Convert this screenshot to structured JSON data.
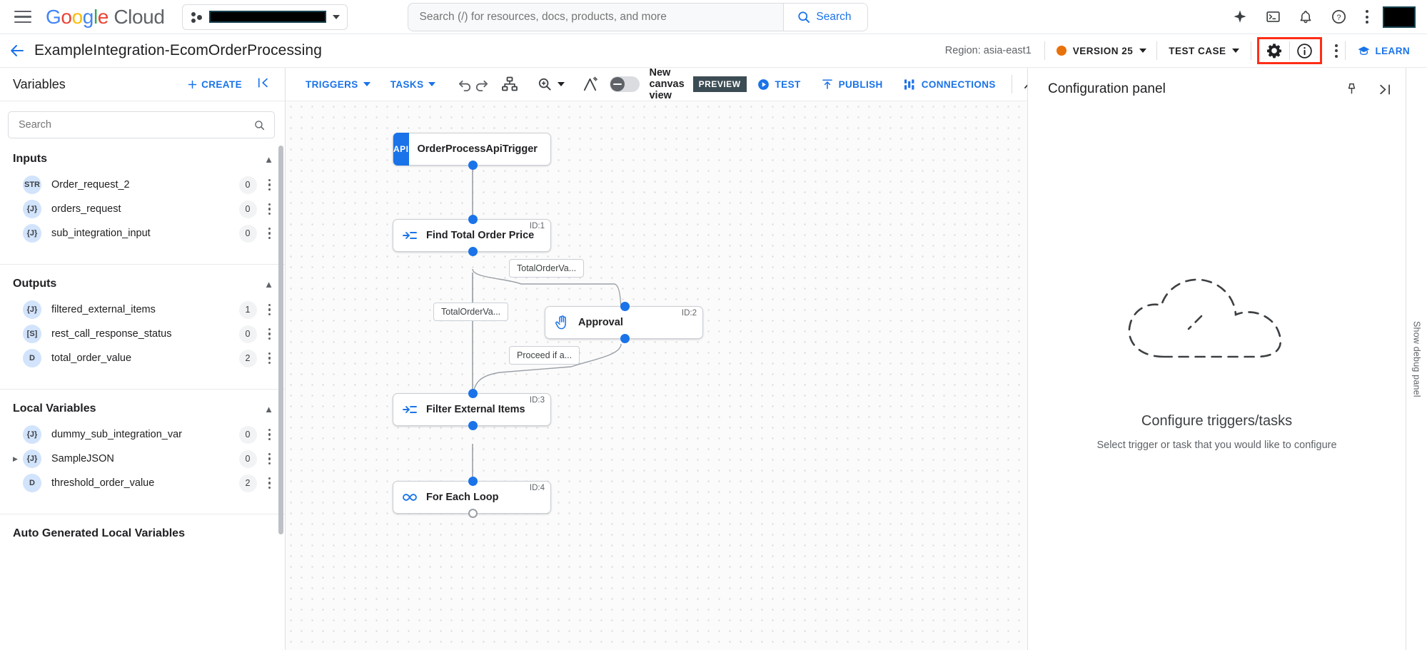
{
  "topbar": {
    "menu_icon": "hamburger-menu-icon",
    "logo": {
      "google": "Google",
      "cloud": "Cloud"
    },
    "project_selector": {
      "icon": "project-icon",
      "value": "",
      "redacted": true,
      "caret": "chevron-down-icon"
    },
    "search": {
      "placeholder": "Search (/) for resources, docs, products, and more",
      "value": "",
      "button_label": "Search",
      "icon": "search-icon"
    },
    "icons": [
      "gemini-sparkle-icon",
      "cloud-shell-terminal-icon",
      "notifications-bell-icon",
      "help-question-icon",
      "more-kebab-icon"
    ],
    "avatar": {
      "name": "avatar",
      "redacted": true
    }
  },
  "pageheader": {
    "back_icon": "back-arrow-icon",
    "title": "ExampleIntegration-EcomOrderProcessing",
    "region": "Region: asia-east1",
    "version_label": "VERSION 25",
    "version_status_color": "#e8710a",
    "test_case_label": "TEST CASE",
    "settings_icon": "gear-icon",
    "info_icon": "info-circle-icon",
    "more_icon": "more-kebab-icon",
    "learn_label": "LEARN",
    "learn_icon": "graduation-cap-icon",
    "highlight_color": "#ff2d16"
  },
  "sidebar": {
    "title": "Variables",
    "create_label": "CREATE",
    "create_icon": "plus-icon",
    "collapse_icon": "collapse-panel-icon",
    "search": {
      "placeholder": "Search",
      "value": "",
      "icon": "search-icon",
      "sort_icon": "sort-filter-icon"
    },
    "sections": [
      {
        "title": "Inputs",
        "items": [
          {
            "type": "STR",
            "name": "Order_request_2",
            "count": "0"
          },
          {
            "type": "{J}",
            "name": "orders_request",
            "count": "0"
          },
          {
            "type": "{J}",
            "name": "sub_integration_input",
            "count": "0"
          }
        ]
      },
      {
        "title": "Outputs",
        "items": [
          {
            "type": "{J}",
            "name": "filtered_external_items",
            "count": "1"
          },
          {
            "type": "[S]",
            "name": "rest_call_response_status",
            "count": "0"
          },
          {
            "type": "D",
            "name": "total_order_value",
            "count": "2"
          }
        ]
      },
      {
        "title": "Local Variables",
        "items": [
          {
            "type": "{J}",
            "name": "dummy_sub_integration_var",
            "count": "0"
          },
          {
            "type": "{J}",
            "name": "SampleJSON",
            "count": "0",
            "expandable": true
          },
          {
            "type": "D",
            "name": "threshold_order_value",
            "count": "2"
          }
        ]
      },
      {
        "title": "Auto Generated Local Variables",
        "items": []
      }
    ]
  },
  "canvas_toolbar": {
    "triggers_label": "TRIGGERS",
    "tasks_label": "TASKS",
    "undo_icon": "undo-icon",
    "redo_icon": "redo-icon",
    "layout_icon": "auto-layout-icon",
    "zoom_icon": "zoom-icon",
    "pen_icon": "edge-draw-icon",
    "toggle_label": "New canvas view",
    "preview_badge": "PREVIEW",
    "test_label": "TEST",
    "test_icon": "play-circle-icon",
    "publish_label": "PUBLISH",
    "publish_icon": "publish-upload-icon",
    "connections_label": "CONNECTIONS",
    "connections_icon": "connections-icon",
    "analytics_icon": "analytics-chart-icon",
    "logs_icon": "logs-list-icon"
  },
  "flow": {
    "nodes": [
      {
        "id": "",
        "label": "OrderProcessApiTrigger",
        "icon": "api-trigger-icon",
        "icon_text": "API",
        "kind": "trigger"
      },
      {
        "id": "ID:1",
        "label": "Find Total Order Price",
        "icon": "data-mapping-icon",
        "kind": "task"
      },
      {
        "id": "ID:2",
        "label": "Approval",
        "icon": "approval-hand-icon",
        "kind": "task"
      },
      {
        "id": "ID:3",
        "label": "Filter External Items",
        "icon": "data-mapping-icon",
        "kind": "task"
      },
      {
        "id": "ID:4",
        "label": "For Each Loop",
        "icon": "loop-infinity-icon",
        "kind": "task"
      }
    ],
    "edge_labels": [
      "TotalOrderVa...",
      "TotalOrderVa...",
      "Proceed if a..."
    ]
  },
  "config_panel": {
    "title": "Configuration panel",
    "pin_icon": "pin-icon",
    "expand_icon": "expand-panel-icon",
    "empty_icon": "dashed-cloud-icon",
    "empty_title": "Configure triggers/tasks",
    "empty_subtitle": "Select trigger or task that you would like to configure",
    "rail_label": "Show debug panel"
  }
}
